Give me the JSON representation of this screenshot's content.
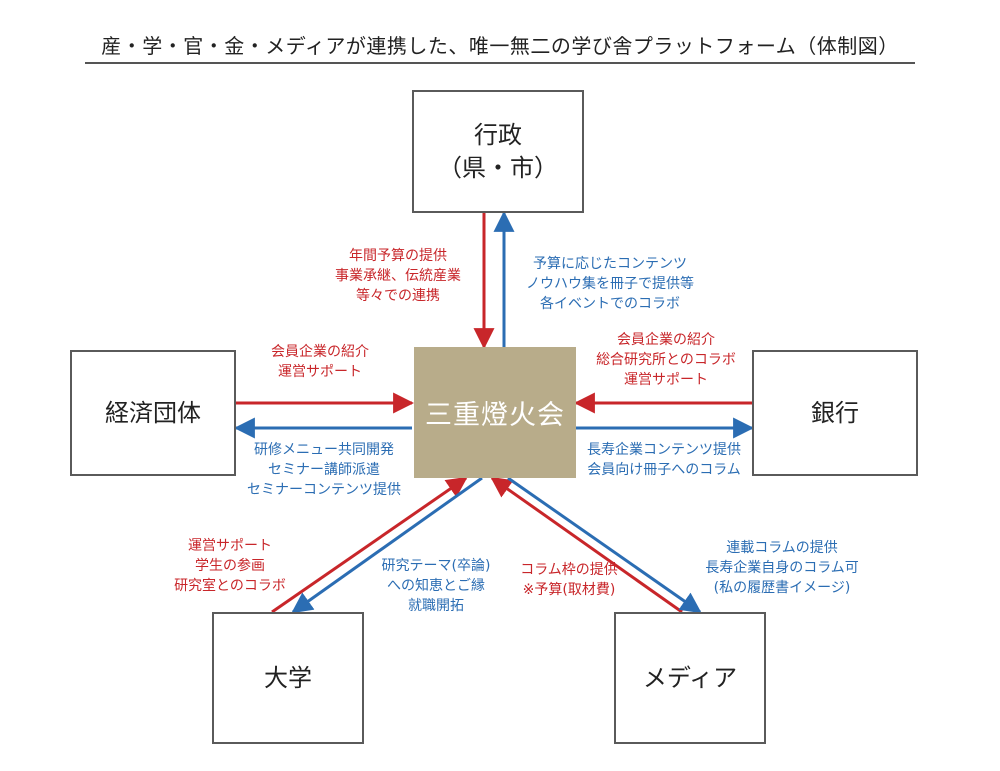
{
  "title": "産・学・官・金・メディアが連携した、唯一無二の学び舎プラットフォーム（体制図）",
  "nodes": {
    "center": "三重燈火会",
    "gov": {
      "line1": "行政",
      "line2": "（県・市）"
    },
    "econ": "経済団体",
    "bank": "銀行",
    "univ": "大学",
    "media": "メディア"
  },
  "labels": {
    "gov_to_center": [
      "年間予算の提供",
      "事業承継、伝統産業",
      "等々での連携"
    ],
    "center_to_gov": [
      "予算に応じたコンテンツ",
      "ノウハウ集を冊子で提供等",
      "各イベントでのコラボ"
    ],
    "econ_to_center": [
      "会員企業の紹介",
      "運営サポート"
    ],
    "center_to_econ": [
      "研修メニュー共同開発",
      "セミナー講師派遣",
      "セミナーコンテンツ提供"
    ],
    "bank_to_center": [
      "会員企業の紹介",
      "総合研究所とのコラボ",
      "運営サポート"
    ],
    "center_to_bank": [
      "長寿企業コンテンツ提供",
      "会員向け冊子へのコラム"
    ],
    "univ_to_center": [
      "運営サポート",
      "学生の参画",
      "研究室とのコラボ"
    ],
    "center_to_univ": [
      "研究テーマ(卒論)",
      "への知恵とご縁",
      "就職開拓"
    ],
    "media_to_center": [
      "コラム枠の提供",
      "※予算(取材費)"
    ],
    "center_to_media": [
      "連載コラムの提供",
      "長寿企業自身のコラム可",
      "(私の履歴書イメージ)"
    ]
  },
  "colors": {
    "red": "#c8262a",
    "blue": "#2b6db3",
    "center": "#b8ac8a"
  }
}
